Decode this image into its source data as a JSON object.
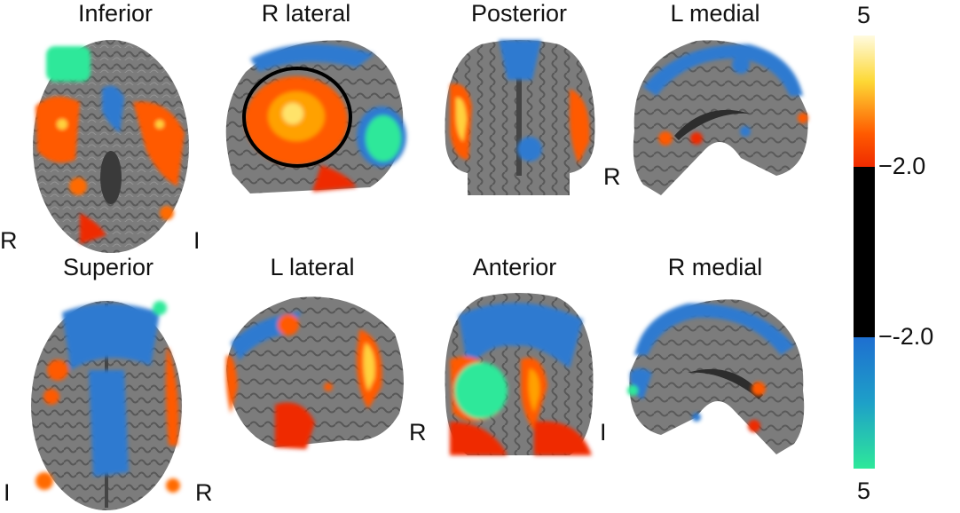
{
  "views": {
    "inferior": "Inferior",
    "r_lateral": "R lateral",
    "posterior": "Posterior",
    "l_medial": "L medial",
    "superior": "Superior",
    "l_lateral": "L lateral",
    "anterior": "Anterior",
    "r_medial": "R medial"
  },
  "orientation": {
    "inferior_left": "R",
    "inferior_right": "I",
    "posterior_right": "R",
    "superior_left": "I",
    "superior_right": "R",
    "l_lateral_right": "R",
    "anterior_right": "I"
  },
  "colorbar": {
    "max_top": "5",
    "pos_threshold": "−2.0",
    "neg_threshold": "−-2.0",
    "max_bottom": "5",
    "colors": {
      "hot_top": "#fffbe0",
      "hot_mid": "#fdd835",
      "hot_low": "#ff5a00",
      "hot_base": "#ef2b00",
      "zero": "#000000",
      "cool_top": "#1e6fd0",
      "cool_mid": "#1ea0c8",
      "cool_bottom": "#2ee89a"
    }
  },
  "colors": {
    "brain_gray": "#7a7a7a",
    "brain_dark": "#555555",
    "activation_orange": "#ff5a00",
    "activation_yellow": "#ffd23c",
    "activation_blue": "#2f7ad0",
    "activation_green": "#2ee89a"
  }
}
